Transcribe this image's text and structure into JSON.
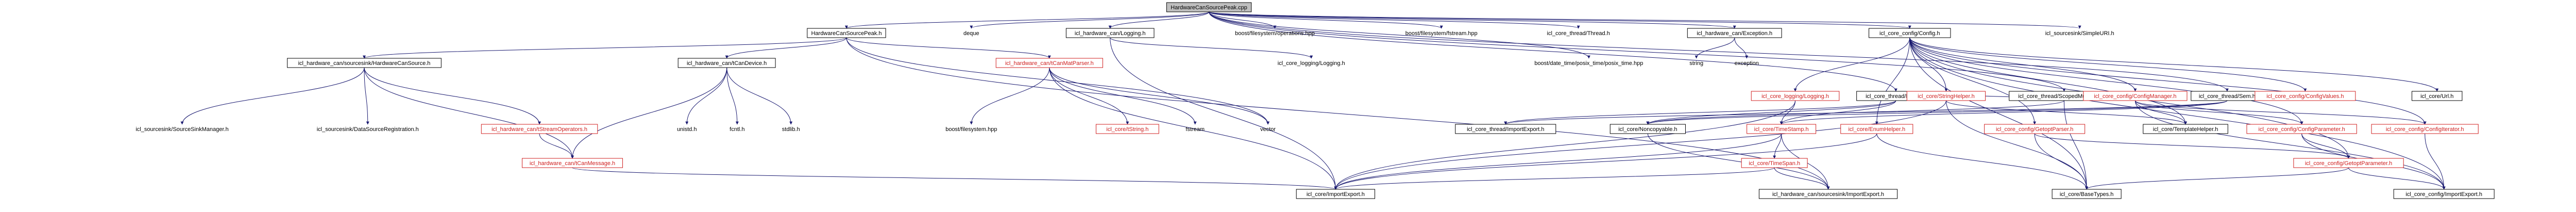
{
  "graph": {
    "nodes": [
      {
        "id": "root",
        "label": "HardwareCanSourcePeak.cpp",
        "style": "root"
      },
      {
        "id": "hcsp_h",
        "label": "HardwareCanSourcePeak.h",
        "style": "boxed"
      },
      {
        "id": "deque",
        "label": "deque",
        "style": "default"
      },
      {
        "id": "log_h",
        "label": "icl_hardware_can/Logging.h",
        "style": "boxed"
      },
      {
        "id": "fs_ops",
        "label": "boost/filesystem/operations.hpp",
        "style": "default"
      },
      {
        "id": "fs_fstream",
        "label": "boost/filesystem/fstream.hpp",
        "style": "default"
      },
      {
        "id": "thread_h",
        "label": "icl_core_thread/Thread.h",
        "style": "default"
      },
      {
        "id": "exc_h",
        "label": "icl_hardware_can/Exception.h",
        "style": "boxed"
      },
      {
        "id": "config_h",
        "label": "icl_core_config/Config.h",
        "style": "boxed"
      },
      {
        "id": "simpleuri",
        "label": "icl_sourcesink/SimpleURI.h",
        "style": "default"
      },
      {
        "id": "hcs_h",
        "label": "icl_hardware_can/sourcesink/HardwareCanSource.h",
        "style": "boxed"
      },
      {
        "id": "candev_h",
        "label": "icl_hardware_can/tCanDevice.h",
        "style": "boxed"
      },
      {
        "id": "canmatparser",
        "label": "icl_hardware_can/tCanMatParser.h",
        "style": "red"
      },
      {
        "id": "logging_core",
        "label": "icl_core_logging/Logging.h",
        "style": "default"
      },
      {
        "id": "posix_time",
        "label": "boost/date_time/posix_time/posix_time.hpp",
        "style": "default"
      },
      {
        "id": "string",
        "label": "string",
        "style": "default"
      },
      {
        "id": "exception",
        "label": "exception",
        "style": "default"
      },
      {
        "id": "mutex_h",
        "label": "icl_core_thread/Mutex.h",
        "style": "boxed"
      },
      {
        "id": "scopedlock_h",
        "label": "icl_core_thread/ScopedMutexLock.h",
        "style": "boxed"
      },
      {
        "id": "sem_h",
        "label": "icl_core_thread/Sem.h",
        "style": "boxed"
      },
      {
        "id": "cfg_logging",
        "label": "icl_core_logging/Logging.h",
        "style": "red"
      },
      {
        "id": "stringhelper",
        "label": "icl_core/StringHelper.h",
        "style": "red"
      },
      {
        "id": "cfgmanager",
        "label": "icl_core_config/ConfigManager.h",
        "style": "red"
      },
      {
        "id": "cfgvalues",
        "label": "icl_core_config/ConfigValues.h",
        "style": "red"
      },
      {
        "id": "urlh",
        "label": "icl_core/Url.h",
        "style": "boxed"
      },
      {
        "id": "srcsink_mgr",
        "label": "icl_sourcesink/SourceSinkManager.h",
        "style": "default"
      },
      {
        "id": "dsreg",
        "label": "icl_sourcesink/DataSourceRegistration.h",
        "style": "default"
      },
      {
        "id": "streamops",
        "label": "icl_hardware_can/tStreamOperators.h",
        "style": "red"
      },
      {
        "id": "unistd",
        "label": "unistd.h",
        "style": "default"
      },
      {
        "id": "fcntl",
        "label": "fcntl.h",
        "style": "default"
      },
      {
        "id": "stdlib",
        "label": "stdlib.h",
        "style": "default"
      },
      {
        "id": "fs_hpp",
        "label": "boost/filesystem.hpp",
        "style": "default"
      },
      {
        "id": "tstring",
        "label": "icl_core/tString.h",
        "style": "red"
      },
      {
        "id": "fstream",
        "label": "fstream",
        "style": "default"
      },
      {
        "id": "vector",
        "label": "vector",
        "style": "default"
      },
      {
        "id": "thread_imp",
        "label": "icl_core_thread/ImportExport.h",
        "style": "boxed"
      },
      {
        "id": "noncopyable",
        "label": "icl_core/Noncopyable.h",
        "style": "boxed"
      },
      {
        "id": "timestamp",
        "label": "icl_core/TimeStamp.h",
        "style": "red"
      },
      {
        "id": "enumhelper",
        "label": "icl_core/EnumHelper.h",
        "style": "red"
      },
      {
        "id": "getoptparser",
        "label": "icl_core_config/GetoptParser.h",
        "style": "red"
      },
      {
        "id": "templatehelper",
        "label": "icl_core/TemplateHelper.h",
        "style": "boxed"
      },
      {
        "id": "cfgparam",
        "label": "icl_core_config/ConfigParameter.h",
        "style": "red"
      },
      {
        "id": "cfgiterator",
        "label": "icl_core_config/ConfigIterator.h",
        "style": "red"
      },
      {
        "id": "canmessage",
        "label": "icl_hardware_can/tCanMessage.h",
        "style": "red"
      },
      {
        "id": "timespan",
        "label": "icl_core/TimeSpan.h",
        "style": "red"
      },
      {
        "id": "getoptparam",
        "label": "icl_core_config/GetoptParameter.h",
        "style": "red"
      },
      {
        "id": "core_imp",
        "label": "icl_core/ImportExport.h",
        "style": "boxed"
      },
      {
        "id": "can_imp",
        "label": "icl_hardware_can/sourcesink/ImportExport.h",
        "style": "boxed"
      },
      {
        "id": "basetypes",
        "label": "icl_core/BaseTypes.h",
        "style": "boxed"
      },
      {
        "id": "cfg_imp",
        "label": "icl_core_config/ImportExport.h",
        "style": "boxed"
      }
    ],
    "edges": [
      [
        "root",
        "hcsp_h"
      ],
      [
        "root",
        "deque"
      ],
      [
        "root",
        "log_h"
      ],
      [
        "root",
        "fs_ops"
      ],
      [
        "root",
        "fs_fstream"
      ],
      [
        "root",
        "thread_h"
      ],
      [
        "root",
        "exc_h"
      ],
      [
        "root",
        "config_h"
      ],
      [
        "root",
        "simpleuri"
      ],
      [
        "root",
        "posix_time"
      ],
      [
        "root",
        "mutex_h"
      ],
      [
        "root",
        "scopedlock_h"
      ],
      [
        "root",
        "sem_h"
      ],
      [
        "hcsp_h",
        "hcs_h"
      ],
      [
        "hcsp_h",
        "candev_h"
      ],
      [
        "hcsp_h",
        "canmatparser"
      ],
      [
        "hcsp_h",
        "vector"
      ],
      [
        "hcsp_h",
        "can_imp"
      ],
      [
        "hcs_h",
        "srcsink_mgr"
      ],
      [
        "hcs_h",
        "dsreg"
      ],
      [
        "hcs_h",
        "streamops"
      ],
      [
        "hcs_h",
        "canmessage"
      ],
      [
        "streamops",
        "canmessage"
      ],
      [
        "candev_h",
        "unistd"
      ],
      [
        "candev_h",
        "fcntl"
      ],
      [
        "candev_h",
        "stdlib"
      ],
      [
        "candev_h",
        "canmessage"
      ],
      [
        "canmatparser",
        "fs_hpp"
      ],
      [
        "canmatparser",
        "tstring"
      ],
      [
        "canmatparser",
        "fstream"
      ],
      [
        "canmatparser",
        "vector"
      ],
      [
        "canmatparser",
        "core_imp"
      ],
      [
        "canmessage",
        "core_imp"
      ],
      [
        "log_h",
        "logging_core"
      ],
      [
        "log_h",
        "core_imp"
      ],
      [
        "exc_h",
        "string"
      ],
      [
        "exc_h",
        "exception"
      ],
      [
        "mutex_h",
        "thread_imp"
      ],
      [
        "mutex_h",
        "noncopyable"
      ],
      [
        "mutex_h",
        "timestamp"
      ],
      [
        "scopedlock_h",
        "mutex_h"
      ],
      [
        "scopedlock_h",
        "noncopyable"
      ],
      [
        "scopedlock_h",
        "basetypes"
      ],
      [
        "sem_h",
        "thread_imp"
      ],
      [
        "sem_h",
        "noncopyable"
      ],
      [
        "sem_h",
        "timestamp"
      ],
      [
        "config_h",
        "cfg_logging"
      ],
      [
        "config_h",
        "stringhelper"
      ],
      [
        "config_h",
        "cfgmanager"
      ],
      [
        "config_h",
        "cfgvalues"
      ],
      [
        "config_h",
        "urlh"
      ],
      [
        "config_h",
        "getoptparser"
      ],
      [
        "config_h",
        "templatehelper"
      ],
      [
        "config_h",
        "cfgparam"
      ],
      [
        "config_h",
        "cfgiterator"
      ],
      [
        "config_h",
        "basetypes"
      ],
      [
        "config_h",
        "enumhelper"
      ],
      [
        "config_h",
        "getoptparam"
      ],
      [
        "config_h",
        "cfg_imp"
      ],
      [
        "cfg_logging",
        "timestamp"
      ],
      [
        "cfg_logging",
        "core_imp"
      ],
      [
        "stringhelper",
        "templatehelper"
      ],
      [
        "stringhelper",
        "basetypes"
      ],
      [
        "stringhelper",
        "core_imp"
      ],
      [
        "cfgmanager",
        "templatehelper"
      ],
      [
        "cfgmanager",
        "cfgparam"
      ],
      [
        "cfgmanager",
        "cfgiterator"
      ],
      [
        "cfgmanager",
        "cfg_imp"
      ],
      [
        "getoptparser",
        "getoptparam"
      ],
      [
        "getoptparser",
        "basetypes"
      ],
      [
        "cfgparam",
        "getoptparam"
      ],
      [
        "cfgparam",
        "cfg_imp"
      ],
      [
        "cfgiterator",
        "cfg_imp"
      ],
      [
        "getoptparam",
        "basetypes"
      ],
      [
        "getoptparam",
        "cfg_imp"
      ],
      [
        "timestamp",
        "timespan"
      ],
      [
        "timestamp",
        "can_imp"
      ],
      [
        "timestamp",
        "core_imp"
      ],
      [
        "timespan",
        "can_imp"
      ],
      [
        "timespan",
        "core_imp"
      ],
      [
        "noncopyable",
        "can_imp"
      ],
      [
        "enumhelper",
        "basetypes"
      ],
      [
        "enumhelper",
        "core_imp"
      ]
    ]
  }
}
